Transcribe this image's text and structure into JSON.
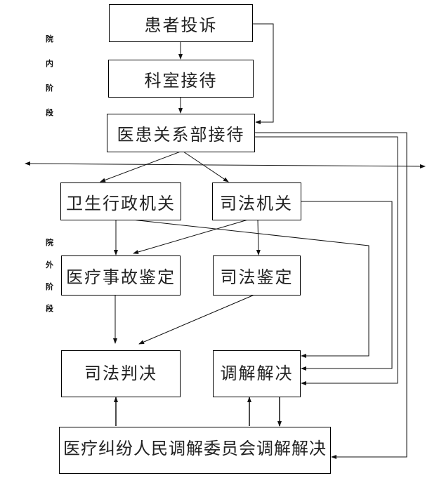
{
  "diagram": {
    "stages": {
      "inside": [
        "院",
        "内",
        "阶",
        "段"
      ],
      "outside": [
        "院",
        "外",
        "阶",
        "段"
      ]
    },
    "nodes": {
      "complaint": "患者投诉",
      "department": "科室接待",
      "patient_relations": "医患关系部接待",
      "health_admin": "卫生行政机关",
      "judicial_org": "司法机关",
      "medical_accident_appraisal": "医疗事故鉴定",
      "judicial_appraisal": "司法鉴定",
      "judicial_judgment": "司法判决",
      "mediation_resolution": "调解解决",
      "people_mediation_committee": "医疗纠纷人民调解委员会调解解决"
    },
    "edges": [
      {
        "from": "complaint",
        "to": "department"
      },
      {
        "from": "department",
        "to": "patient_relations"
      },
      {
        "from": "complaint",
        "to": "patient_relations"
      },
      {
        "from": "patient_relations",
        "to": "health_admin"
      },
      {
        "from": "patient_relations",
        "to": "judicial_org"
      },
      {
        "from": "patient_relations",
        "to": "mediation_resolution"
      },
      {
        "from": "patient_relations",
        "to": "people_mediation_committee"
      },
      {
        "from": "health_admin",
        "to": "medical_accident_appraisal"
      },
      {
        "from": "health_admin",
        "to": "mediation_resolution"
      },
      {
        "from": "judicial_org",
        "to": "medical_accident_appraisal"
      },
      {
        "from": "judicial_org",
        "to": "judicial_appraisal"
      },
      {
        "from": "judicial_org",
        "to": "mediation_resolution"
      },
      {
        "from": "medical_accident_appraisal",
        "to": "judicial_judgment"
      },
      {
        "from": "judicial_appraisal",
        "to": "judicial_judgment"
      },
      {
        "from": "people_mediation_committee",
        "to": "judicial_judgment"
      },
      {
        "from": "people_mediation_committee",
        "to": "mediation_resolution"
      },
      {
        "from": "mediation_resolution",
        "to": "people_mediation_committee"
      }
    ]
  }
}
